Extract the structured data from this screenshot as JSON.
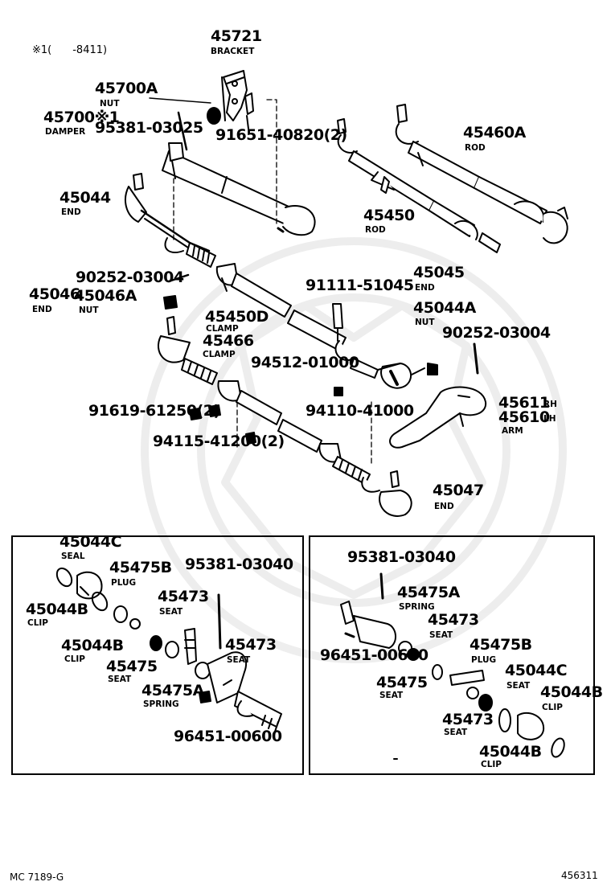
{
  "header": {
    "note": "※1(　　-8411)"
  },
  "upper": {
    "p45721": {
      "number": "45721",
      "name": "BRACKET"
    },
    "p45700A": {
      "number": "45700A",
      "name": "NUT"
    },
    "p45700": {
      "number": "45700※1",
      "name": "DAMPER"
    },
    "p95381a": {
      "number": "95381-03025"
    },
    "p91651": {
      "number": "91651-40820(2)"
    },
    "p45460A": {
      "number": "45460A",
      "name": "ROD"
    },
    "p45044": {
      "number": "45044",
      "name": "END"
    },
    "p45450": {
      "number": "45450",
      "name": "ROD"
    },
    "p90252a": {
      "number": "90252-03004"
    },
    "p45046": {
      "number": "45046",
      "name": "END"
    },
    "p45046A": {
      "number": "45046A",
      "name": "NUT"
    },
    "p45450D": {
      "number": "45450D",
      "name": "CLAMP"
    },
    "p45466": {
      "number": "45466",
      "name": "CLAMP"
    },
    "p91111": {
      "number": "91111-51045"
    },
    "p45045": {
      "number": "45045",
      "name": "END"
    },
    "p45044A": {
      "number": "45044A",
      "name": "NUT"
    },
    "p90252b": {
      "number": "90252-03004"
    },
    "p94512": {
      "number": "94512-01000"
    },
    "p91619": {
      "number": "91619-61250(2)"
    },
    "p94110": {
      "number": "94110-41000"
    },
    "p45611": {
      "number": "45611",
      "note": "RH"
    },
    "p45610": {
      "number": "45610",
      "note": "LH",
      "name": "ARM"
    },
    "p94115": {
      "number": "94115-41200(2)"
    },
    "p45047": {
      "number": "45047",
      "name": "END"
    }
  },
  "left_inset": {
    "p45044C": {
      "number": "45044C",
      "name": "SEAL"
    },
    "p45475B": {
      "number": "45475B",
      "name": "PLUG"
    },
    "p95381": {
      "number": "95381-03040"
    },
    "p45044B_1": {
      "number": "45044B",
      "name": "CLIP"
    },
    "p45473_1": {
      "number": "45473",
      "name": "SEAT"
    },
    "p45044B_2": {
      "number": "45044B",
      "name": "CLIP"
    },
    "p45473_2": {
      "number": "45473",
      "name": "SEAT"
    },
    "p45475": {
      "number": "45475",
      "name": "SEAT"
    },
    "p45475A": {
      "number": "45475A",
      "name": "SPRING"
    },
    "p96451": {
      "number": "96451-00600"
    }
  },
  "right_inset": {
    "p95381": {
      "number": "95381-03040"
    },
    "p45475A": {
      "number": "45475A",
      "name": "SPRING"
    },
    "p45473_1": {
      "number": "45473",
      "name": "SEAT"
    },
    "p96451": {
      "number": "96451-00600"
    },
    "p45475B": {
      "number": "45475B",
      "name": "PLUG"
    },
    "p45475": {
      "number": "45475",
      "name": "SEAT"
    },
    "p45044C": {
      "number": "45044C",
      "name": "SEAT"
    },
    "p45044B_1": {
      "number": "45044B",
      "name": "CLIP"
    },
    "p45473_2": {
      "number": "45473",
      "name": "SEAT"
    },
    "p45044B_2": {
      "number": "45044B",
      "name": "CLIP"
    }
  },
  "footer": {
    "left": "MC 7189-G",
    "right": "456311"
  }
}
